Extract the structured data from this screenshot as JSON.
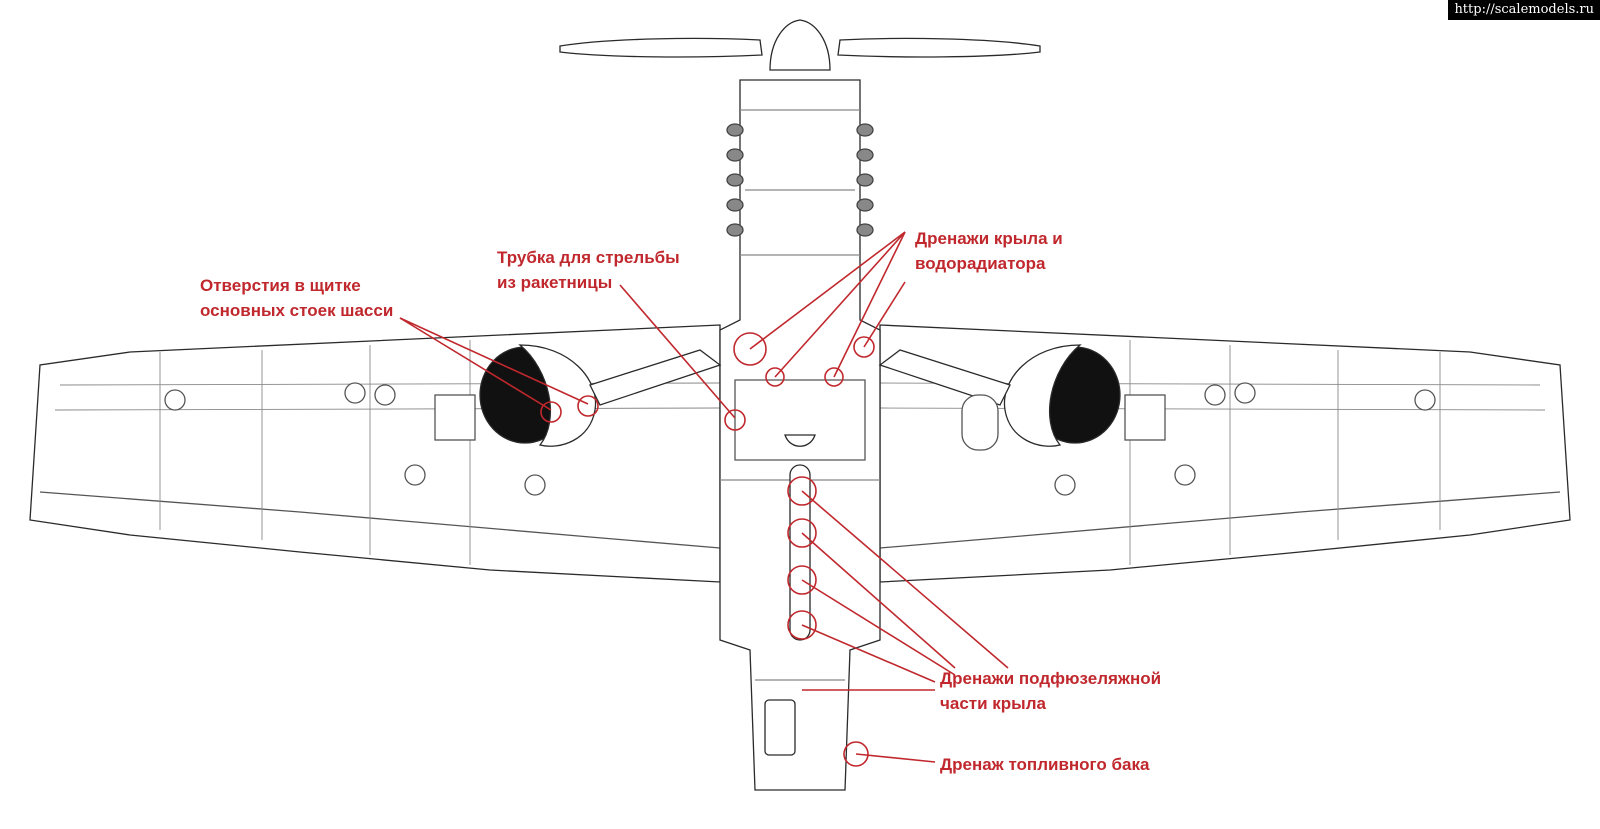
{
  "watermark": "http://scalemodels.ru",
  "annotations": {
    "gear_holes": [
      "Отверстия в щитке",
      "основных стоек шасси"
    ],
    "flare_tube": [
      "Трубка для стрельбы",
      "из ракетницы"
    ],
    "wing_drains": [
      "Дренажи крыла и",
      "водорадиатора"
    ],
    "belly_drains": [
      "Дренажи подфюзеляжной",
      "части крыла"
    ],
    "fuel_drain": "Дренаж  топливного бака"
  },
  "colors": {
    "annotation": "#c0282d",
    "line": "#2a2a2a",
    "panel_line": "#8a8a8a",
    "tire": "#111111",
    "background": "#ffffff"
  }
}
